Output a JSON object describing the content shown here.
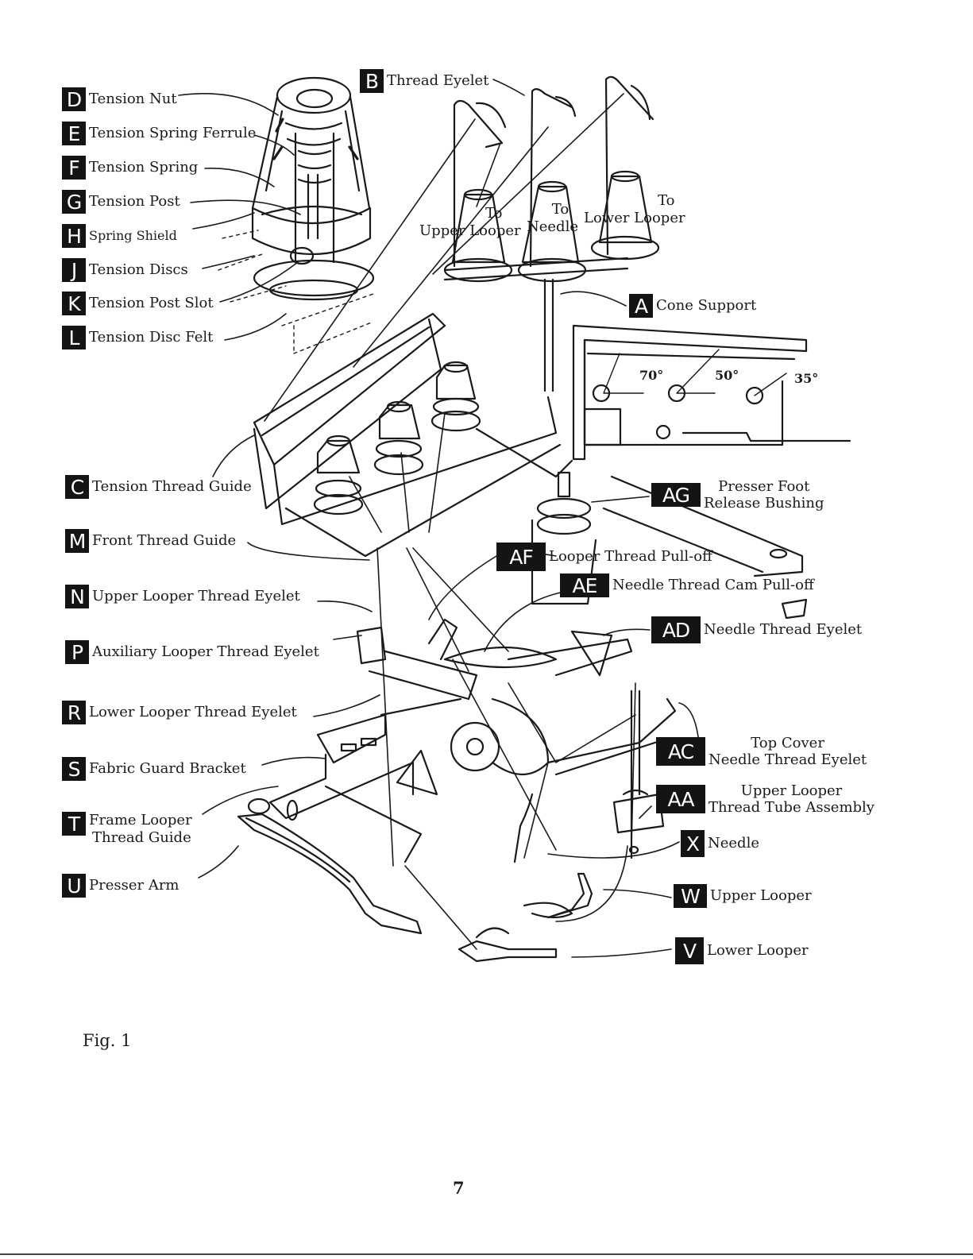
{
  "labels": {
    "D": {
      "letter": "D",
      "text": "Tension Nut"
    },
    "E": {
      "letter": "E",
      "text": "Tension Spring Ferrule"
    },
    "F": {
      "letter": "F",
      "text": "Tension Spring"
    },
    "G": {
      "letter": "G",
      "text": "Tension Post"
    },
    "H": {
      "letter": "H",
      "text": "Spring Shield"
    },
    "J": {
      "letter": "J",
      "text": "Tension Discs"
    },
    "K": {
      "letter": "K",
      "text": "Tension Post Slot"
    },
    "L": {
      "letter": "L",
      "text": "Tension Disc Felt"
    },
    "B": {
      "letter": "B",
      "text": "Thread Eyelet"
    },
    "A": {
      "letter": "A",
      "text": "Cone Support"
    },
    "C": {
      "letter": "C",
      "text": "Tension Thread Guide"
    },
    "M": {
      "letter": "M",
      "text": "Front Thread Guide"
    },
    "N": {
      "letter": "N",
      "text": "Upper Looper Thread Eyelet"
    },
    "P": {
      "letter": "P",
      "text": "Auxiliary Looper Thread Eyelet"
    },
    "R": {
      "letter": "R",
      "text": "Lower Looper Thread Eyelet"
    },
    "S": {
      "letter": "S",
      "text": "Fabric Guard Bracket"
    },
    "T": {
      "letter": "T",
      "line1": "Frame Looper",
      "line2": "Thread Guide"
    },
    "U": {
      "letter": "U",
      "text": "Presser Arm"
    },
    "AG": {
      "letter": "AG",
      "line1": "Presser Foot",
      "line2": "Release Bushing"
    },
    "AF": {
      "letter": "AF",
      "text": "Looper Thread Pull-off"
    },
    "AE": {
      "letter": "AE",
      "text": "Needle Thread Cam Pull-off"
    },
    "AD": {
      "letter": "AD",
      "text": "Needle Thread Eyelet"
    },
    "AC": {
      "letter": "AC",
      "line1": "Top Cover",
      "line2": "Needle Thread Eyelet"
    },
    "AA": {
      "letter": "AA",
      "line1": "Upper Looper",
      "line2": "Thread Tube Assembly"
    },
    "X": {
      "letter": "X",
      "text": "Needle"
    },
    "W": {
      "letter": "W",
      "text": "Upper Looper"
    },
    "V": {
      "letter": "V",
      "text": "Lower Looper"
    }
  },
  "cones": {
    "upper": {
      "to": "To",
      "name": "Upper Looper"
    },
    "needle": {
      "to": "To",
      "name": "Needle"
    },
    "lower": {
      "to": "To",
      "name": "Lower Looper"
    }
  },
  "angles": {
    "a1": "70°",
    "a2": "50°",
    "a3": "35°"
  },
  "caption": "Fig. 1",
  "page_number": "7"
}
